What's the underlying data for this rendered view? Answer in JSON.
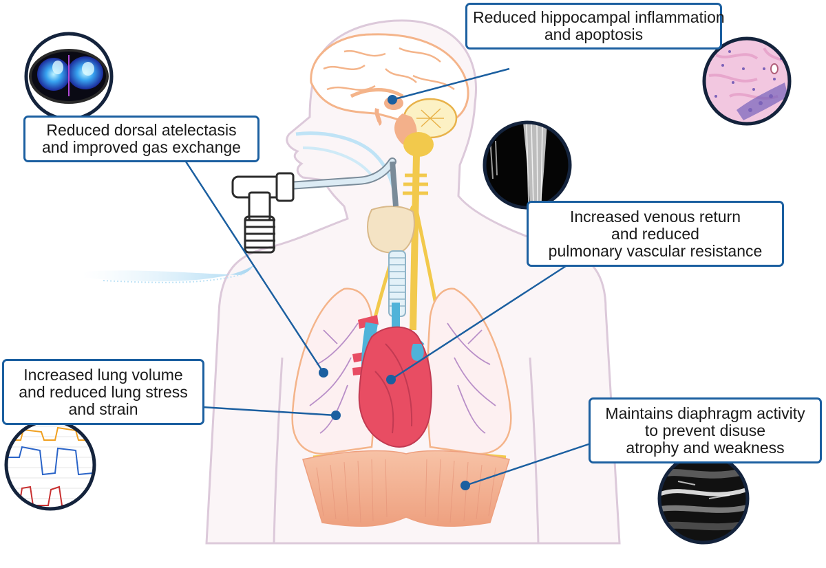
{
  "callouts": {
    "hippocampus": {
      "lines": [
        "Reduced hippocampal inflammation",
        "and apoptosis"
      ]
    },
    "atelectasis": {
      "lines": [
        "Reduced dorsal atelectasis",
        "and improved gas exchange"
      ]
    },
    "venous": {
      "lines": [
        "Increased venous return",
        "and reduced",
        "pulmonary vascular resistance"
      ]
    },
    "lung": {
      "lines": [
        "Increased lung volume",
        "and reduced lung stress",
        "and strain"
      ]
    },
    "diaphragm": {
      "lines": [
        "Maintains diaphragm activity",
        "to prevent disuse",
        "atrophy and weakness"
      ]
    }
  },
  "icons": [
    "ventilator-mask-icon",
    "eit-lung-image-icon",
    "histology-image-icon",
    "ultrasound-mmode-image-icon",
    "pressure-waveform-icon",
    "diaphragm-ultrasound-image-icon"
  ],
  "colors": {
    "accent": "#1b5fa0",
    "body_outline": "#dcc9da",
    "brain": "#f5b48c",
    "nerve": "#f2c94c",
    "heart": "#e84d63",
    "vessel": "#4fb3d9",
    "diaphragm": "#f2b39a"
  }
}
